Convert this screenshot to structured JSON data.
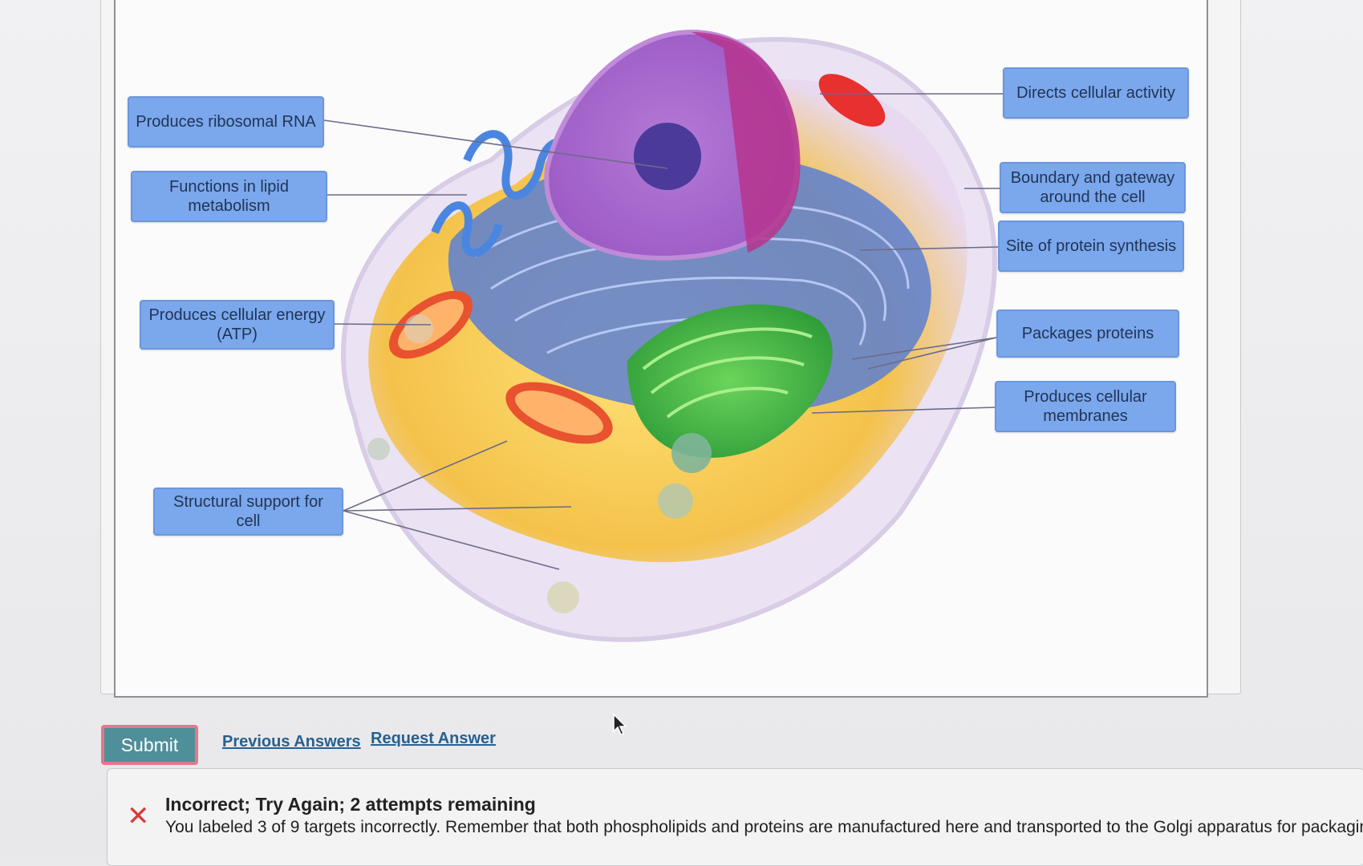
{
  "labels": {
    "produces_rrna": "Produces ribosomal RNA",
    "lipid_metabolism": "Functions in lipid\nmetabolism",
    "cellular_energy": "Produces cellular energy\n(ATP)",
    "structural_support": "Structural support for cell",
    "directs_activity": "Directs cellular activity",
    "boundary_gateway": "Boundary and gateway\naround the cell",
    "protein_synthesis": "Site of protein synthesis",
    "packages_proteins": "Packages proteins",
    "produces_membranes": "Produces cellular\nmembranes"
  },
  "actions": {
    "submit": "Submit",
    "previous_answers": "Previous Answers",
    "request_answer": "Request Answer"
  },
  "feedback": {
    "icon": "x-icon",
    "title": "Incorrect; Try Again; 2 attempts remaining",
    "message": "You labeled 3 of 9 targets incorrectly. Remember that both phospholipids and proteins are manufactured here and transported to the Golgi apparatus for packaging."
  },
  "colors": {
    "label_bg": "#7ba7ec",
    "submit_bg": "#4f8f9a",
    "submit_border": "#e4778a",
    "link": "#27608f",
    "error": "#d63b3b"
  }
}
